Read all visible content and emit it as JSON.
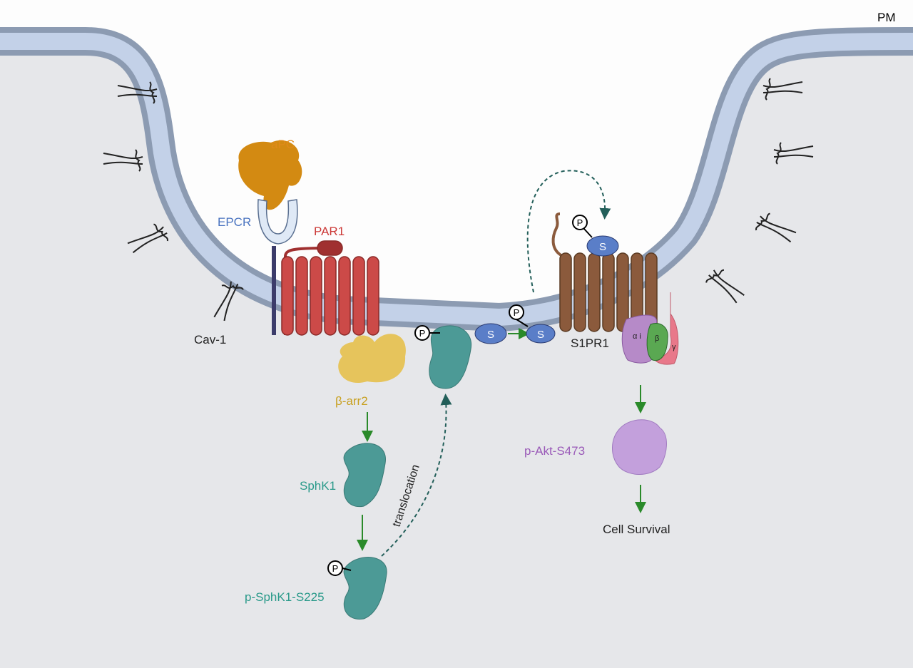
{
  "labels": {
    "pm": "PM",
    "apc": "aPC",
    "epcr": "EPCR",
    "par1": "PAR1",
    "cav1": "Cav-1",
    "barr2": "β-arr2",
    "sphk1": "SphK1",
    "psphk1": "p-SphK1-S225",
    "translocation": "translocation",
    "s1pr1": "S1PR1",
    "alpha_i": "α i",
    "beta": "β",
    "gamma": "γ",
    "pakt": "p-Akt-S473",
    "survival": "Cell Survival",
    "phospho": "P",
    "sphingosine": "S"
  },
  "colors": {
    "membrane_outer": "#8c9bb2",
    "membrane_inner": "#c3d1e8",
    "cytoplasm": "#e6e7ea",
    "apc": "#d38a12",
    "epcr": "#4a74c0",
    "par1": "#cc4a48",
    "barr2": "#e6c45c",
    "sphk1": "#4c9a96",
    "s1pr1": "#8b5a3c",
    "galpha": "#b68ac8",
    "gbeta": "#5aa852",
    "ggamma": "#e8788a",
    "akt": "#b48cd0",
    "arrow": "#2a8a2a"
  }
}
